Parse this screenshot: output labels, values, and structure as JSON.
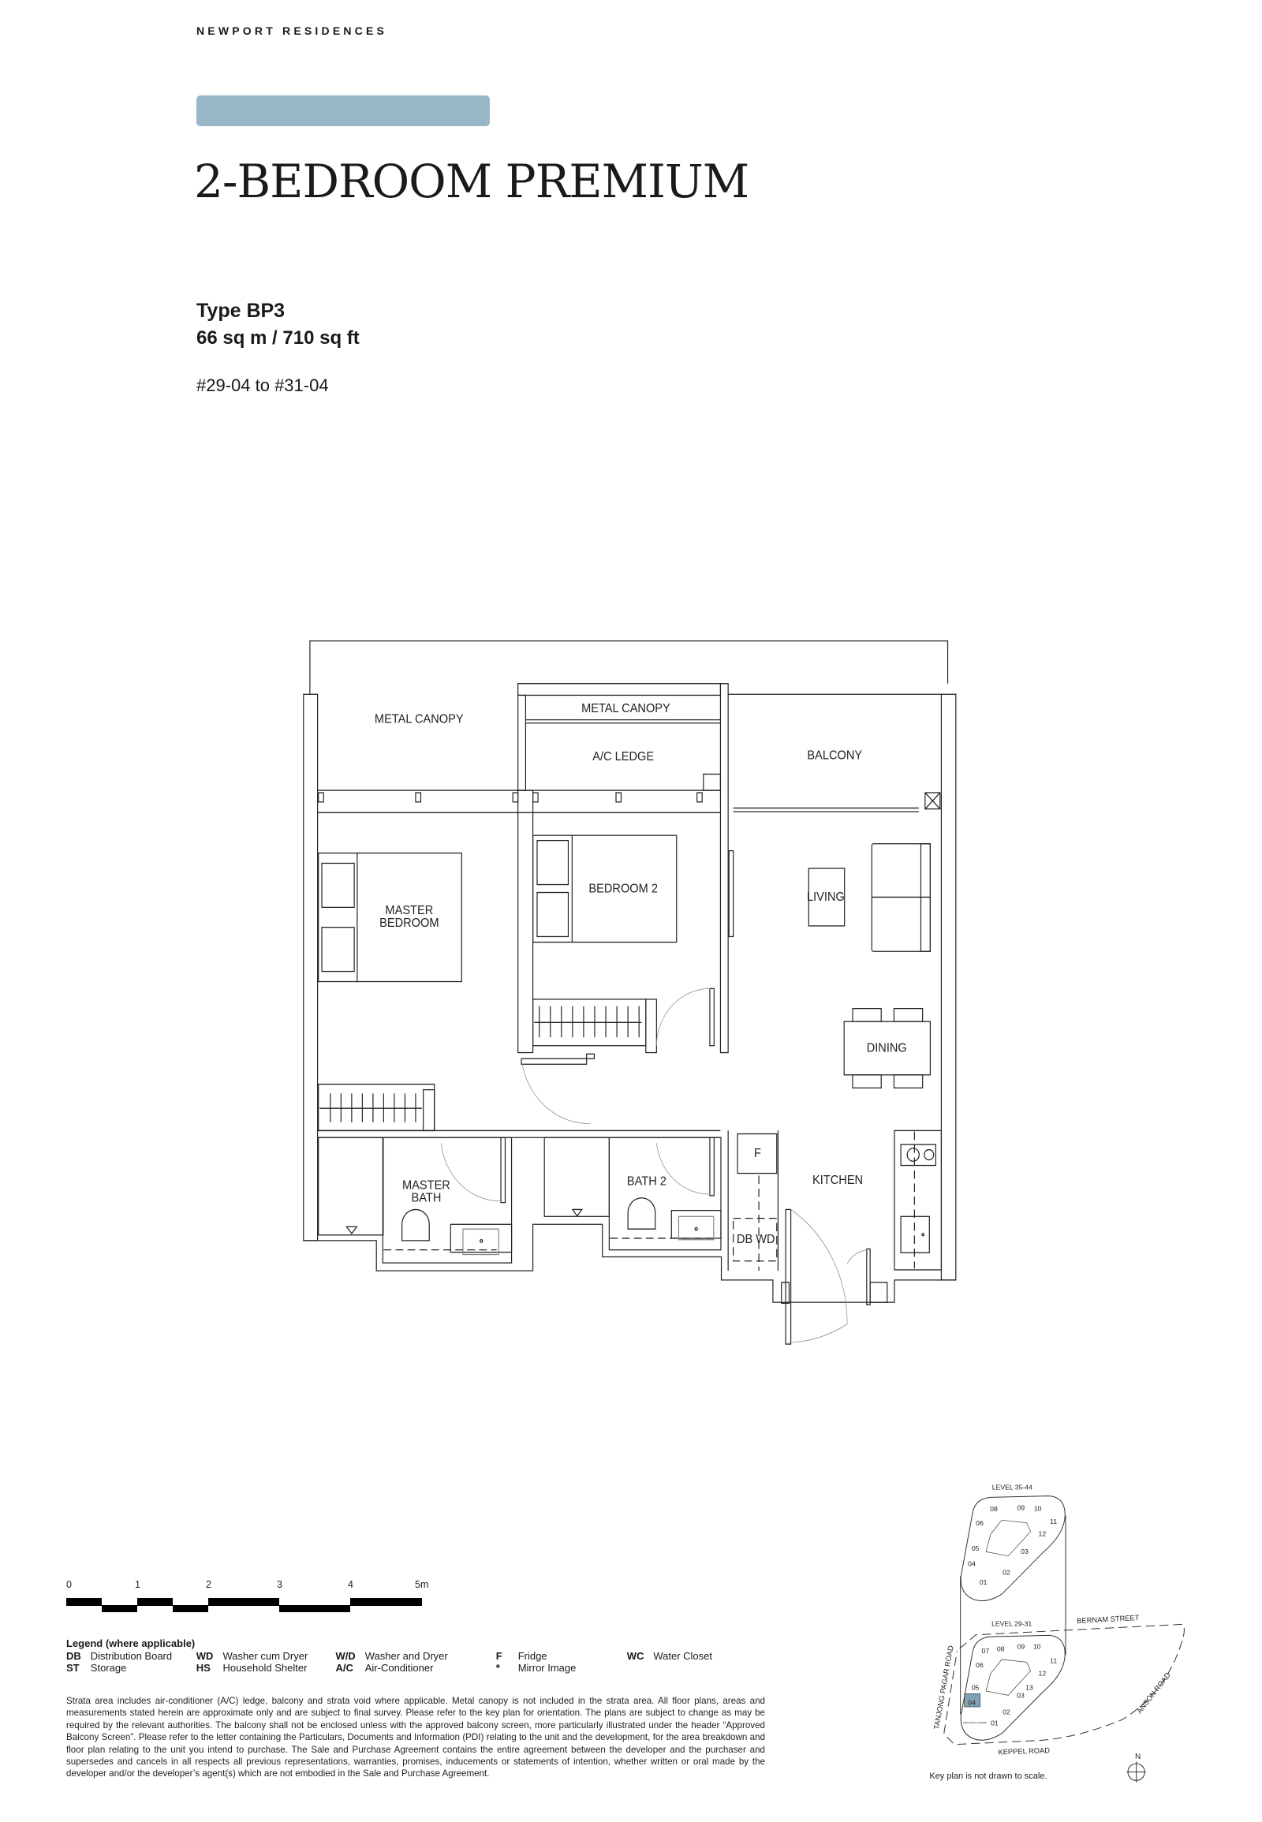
{
  "header": {
    "brand": "NEWPORT RESIDENCES",
    "accent_color": "#98b8c8",
    "title": "2-BEDROOM PREMIUM"
  },
  "unit": {
    "type": "Type BP3",
    "area": "66 sq m / 710 sq ft",
    "units": "#29-04 to #31-04"
  },
  "floor_plan": {
    "rooms": {
      "metal_canopy_left": "METAL CANOPY",
      "metal_canopy_mid": "METAL CANOPY",
      "ac_ledge": "A/C LEDGE",
      "balcony": "BALCONY",
      "master_bedroom_1": "MASTER",
      "master_bedroom_2": "BEDROOM",
      "bedroom2": "BEDROOM 2",
      "living": "LIVING",
      "dining": "DINING",
      "master_bath_1": "MASTER",
      "master_bath_2": "BATH",
      "bath2": "BATH 2",
      "fridge": "F",
      "db_wd": "DB WD",
      "kitchen": "KITCHEN"
    }
  },
  "scale_bar": {
    "labels": [
      "0",
      "1",
      "2",
      "3",
      "4",
      "5m"
    ]
  },
  "legend": {
    "heading": "Legend (where applicable)",
    "items": [
      {
        "key": "DB",
        "desc": "Distribution Board"
      },
      {
        "key": "ST",
        "desc": "Storage"
      },
      {
        "key": "WD",
        "desc": "Washer cum Dryer"
      },
      {
        "key": "HS",
        "desc": "Household Shelter"
      },
      {
        "key": "W/D",
        "desc": "Washer and Dryer"
      },
      {
        "key": "A/C",
        "desc": "Air-Conditioner"
      },
      {
        "key": "F",
        "desc": "Fridge"
      },
      {
        "key": "*",
        "desc": "Mirror Image"
      },
      {
        "key": "WC",
        "desc": "Water Closet"
      }
    ]
  },
  "disclaimer": "Strata area includes air-conditioner (A/C) ledge, balcony and strata void where applicable. Metal canopy is not included in the strata area. All floor plans, areas and measurements stated herein are approximate only and are subject to final survey. Please refer to the key plan for orientation. The plans are subject to change as may be required by the relevant authorities. The balcony shall not be enclosed unless with the approved balcony screen, more particularly illustrated under the header “Approved Balcony Screen”. Please refer to the letter containing the Particulars, Documents and Information (PDI) relating to the unit and the development, for the area breakdown and floor plan relating to the unit you intend to purchase. The Sale and Purchase Agreement contains the entire agreement between the developer and the purchaser and supersedes and cancels in all respects all previous representations, warranties, promises, inducements or statements of intention, whether written or oral made by the developer and/or the developer’s agent(s) which are not embodied in the Sale and Purchase Agreement.",
  "key_plan": {
    "upper_level": "LEVEL  35-44",
    "lower_level": "LEVEL  29-31",
    "upper_units": [
      "08",
      "09",
      "10",
      "06",
      "11",
      "12",
      "05",
      "03",
      "04",
      "02",
      "01"
    ],
    "lower_units": [
      "07",
      "08",
      "09",
      "10",
      "06",
      "11",
      "12",
      "05",
      "13",
      "03",
      "04",
      "02",
      "01"
    ],
    "wellness_garden": "WELLNESS GARDEN",
    "highlighted_unit": "04",
    "highlight_color": "#7fa3b5",
    "roads": {
      "bernam": "BERNAM STREET",
      "tanjong_pagar": "TANJONG PAGAR ROAD",
      "anson": "ANSON ROAD",
      "keppel": "KEPPEL ROAD"
    },
    "north": "N",
    "note": "Key plan is not drawn to scale."
  }
}
